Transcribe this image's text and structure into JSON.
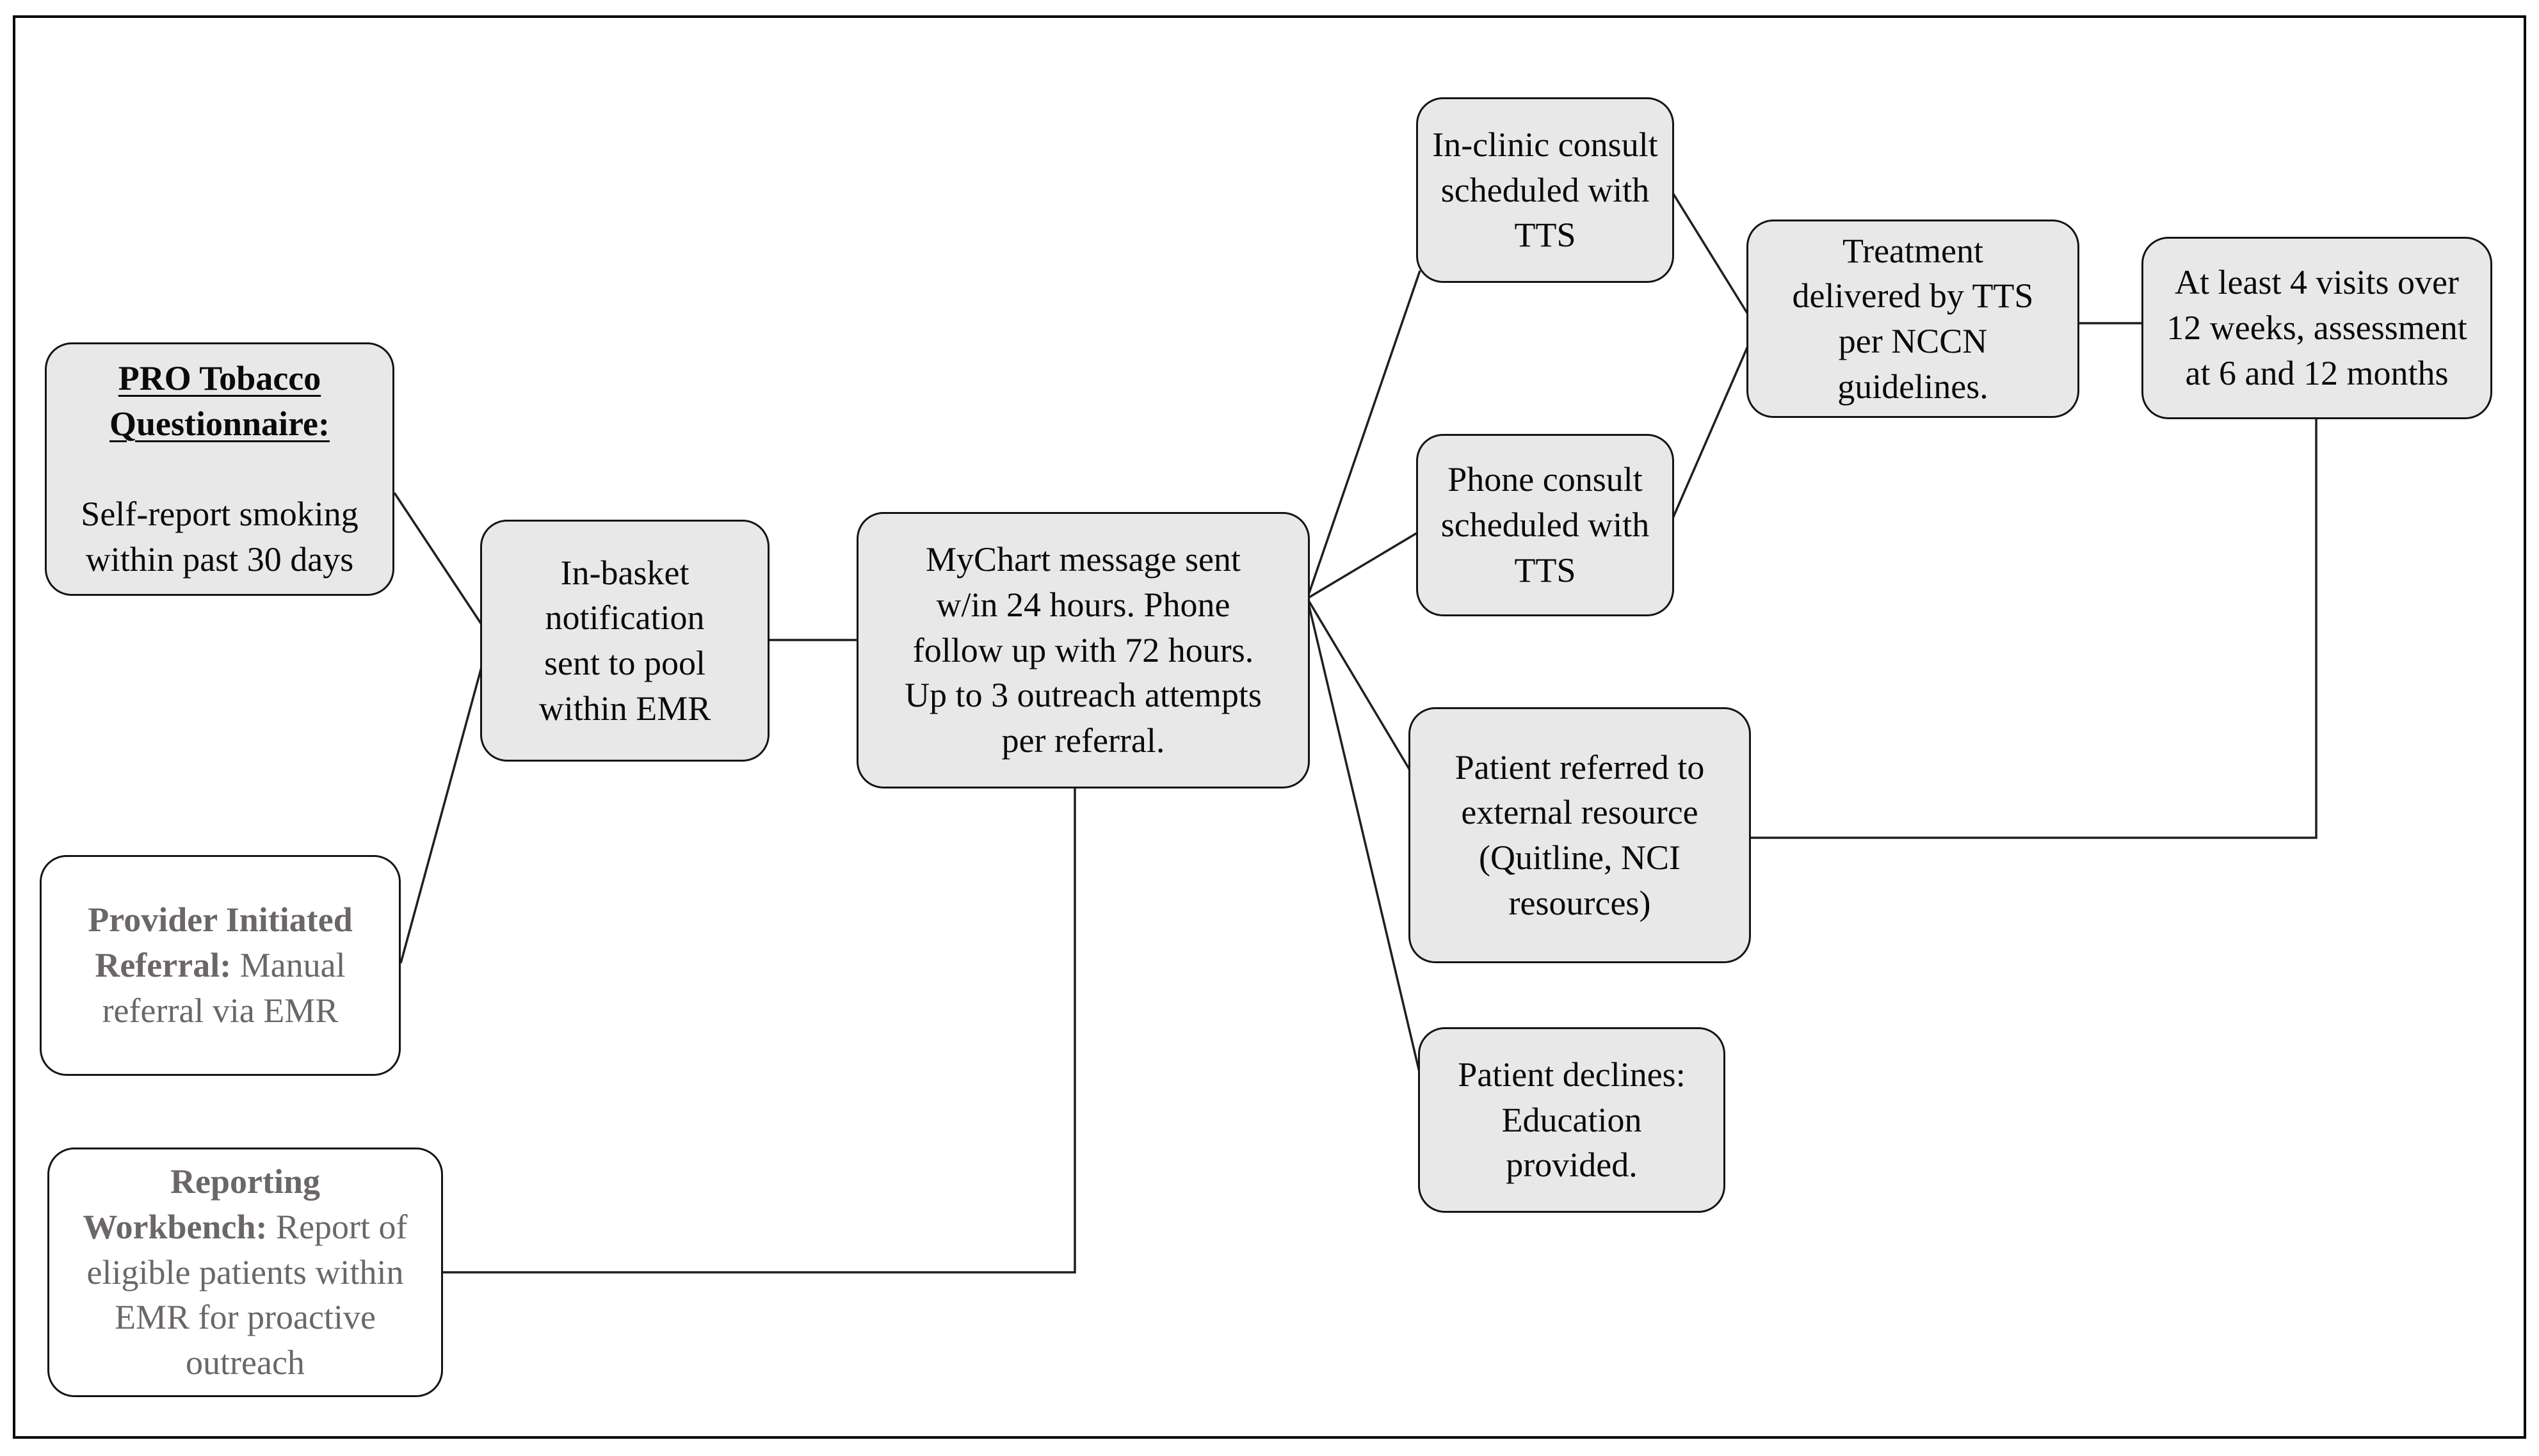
{
  "palette": {
    "node_fill": "#e9e8e8",
    "node_fill_alt": "#ffffff",
    "node_border": "#141414",
    "line_color": "#1f1f1f",
    "text_black": "#0a0a0a",
    "text_gray": "#6b6668",
    "frame_border": "#000000"
  },
  "nodes": [
    {
      "id": "pro-tobacco-questionnaire",
      "title": [
        "PRO Tobacco",
        "Questionnaire:"
      ],
      "body": [
        "Self-report smoking",
        "within past 30 days"
      ]
    },
    {
      "id": "provider-initiated-referral",
      "title": [
        "Provider Initiated",
        "Referral:"
      ],
      "body": [
        "Manual",
        "referral via EMR"
      ]
    },
    {
      "id": "reporting-workbench",
      "title": [
        "Reporting",
        "Workbench:"
      ],
      "body": [
        "Report of",
        "eligible patients within",
        "EMR for proactive",
        "outreach"
      ]
    },
    {
      "id": "in-basket-notification",
      "body": [
        "In-basket",
        "notification",
        "sent to pool",
        "within EMR"
      ]
    },
    {
      "id": "mychart-outreach",
      "body": [
        "MyChart message sent",
        "w/in 24 hours. Phone",
        "follow up with 72 hours.",
        "Up to 3 outreach attempts",
        "per referral."
      ]
    },
    {
      "id": "in-clinic-consult",
      "body": [
        "In-clinic consult",
        "scheduled with",
        "TTS"
      ]
    },
    {
      "id": "phone-consult",
      "body": [
        "Phone consult",
        "scheduled with",
        "TTS"
      ]
    },
    {
      "id": "treatment-delivered",
      "body": [
        "Treatment",
        "delivered by TTS",
        "per NCCN",
        "guidelines."
      ]
    },
    {
      "id": "visits-assessment",
      "body": [
        "At least 4 visits over",
        "12 weeks, assessment",
        "at 6 and 12 months"
      ]
    },
    {
      "id": "referred-external-resource",
      "body": [
        "Patient referred to",
        "external resource",
        "(Quitline, NCI",
        "resources)"
      ]
    },
    {
      "id": "patient-declines",
      "body": [
        "Patient declines:",
        "Education",
        "provided."
      ]
    }
  ],
  "edges": [
    {
      "from": "pro-tobacco-questionnaire",
      "to": "in-basket-notification"
    },
    {
      "from": "provider-initiated-referral",
      "to": "in-basket-notification"
    },
    {
      "from": "in-basket-notification",
      "to": "mychart-outreach"
    },
    {
      "from": "reporting-workbench",
      "to": "mychart-outreach"
    },
    {
      "from": "mychart-outreach",
      "to": "in-clinic-consult"
    },
    {
      "from": "mychart-outreach",
      "to": "phone-consult"
    },
    {
      "from": "mychart-outreach",
      "to": "referred-external-resource"
    },
    {
      "from": "mychart-outreach",
      "to": "patient-declines"
    },
    {
      "from": "in-clinic-consult",
      "to": "treatment-delivered"
    },
    {
      "from": "phone-consult",
      "to": "treatment-delivered"
    },
    {
      "from": "treatment-delivered",
      "to": "visits-assessment"
    },
    {
      "from": "referred-external-resource",
      "to": "visits-assessment"
    }
  ]
}
